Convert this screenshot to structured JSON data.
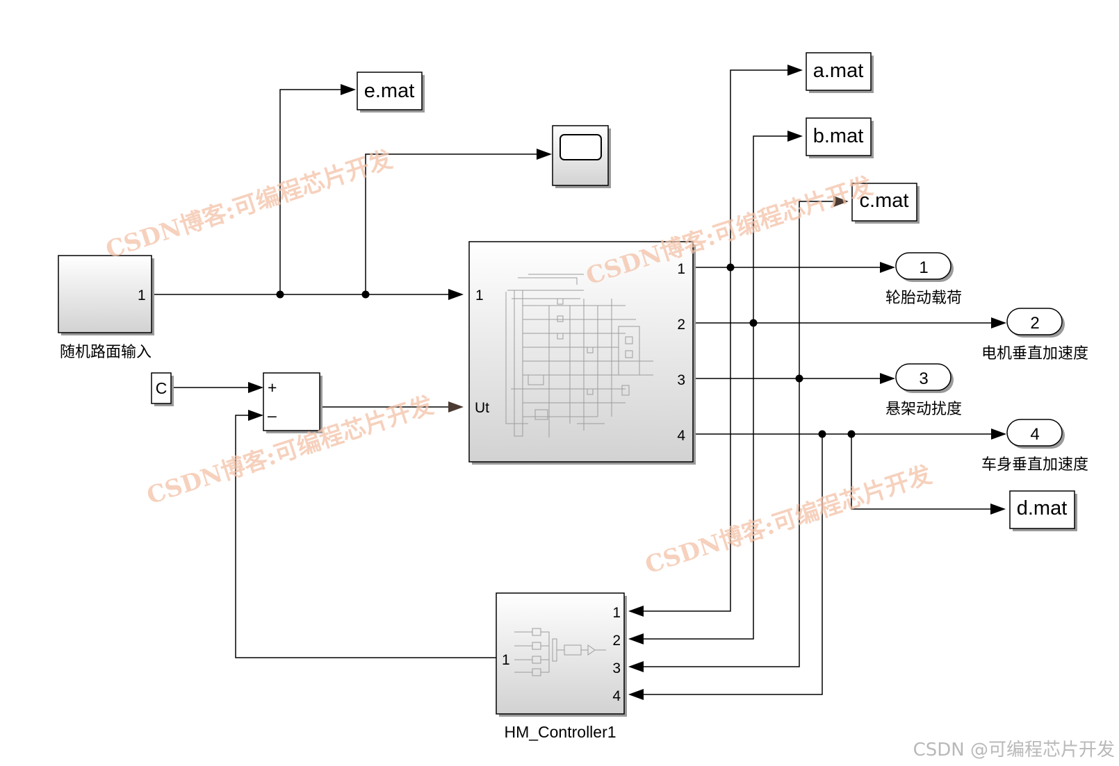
{
  "blocks": {
    "random_road": {
      "caption": "随机路面输入",
      "out_port": "1"
    },
    "constant": {
      "label": "C"
    },
    "sum": {
      "plus": "+",
      "minus": "–"
    },
    "subsystem": {
      "in1": "1",
      "in2": "Ut",
      "out1": "1",
      "out2": "2",
      "out3": "3",
      "out4": "4"
    },
    "controller": {
      "caption": "HM_Controller1",
      "in1": "1",
      "in2": "2",
      "in3": "3",
      "in4": "4",
      "out1": "1"
    },
    "to_files": {
      "e": "e.mat",
      "a": "a.mat",
      "b": "b.mat",
      "c": "c.mat",
      "d": "d.mat"
    },
    "outports": [
      {
        "num": "1",
        "caption": "轮胎动载荷"
      },
      {
        "num": "2",
        "caption": "电机垂直加速度"
      },
      {
        "num": "3",
        "caption": "悬架动扰度"
      },
      {
        "num": "4",
        "caption": "车身垂直加速度"
      }
    ]
  },
  "watermark": "CSDN博客:可编程芯片开发",
  "footer": "CSDN @可编程芯片开发",
  "colors": {
    "line": "#000000",
    "block_border": "#000000",
    "shadow": "#9a9a9a",
    "watermark": "#f3c2a8",
    "footer": "#b9b9b9"
  }
}
